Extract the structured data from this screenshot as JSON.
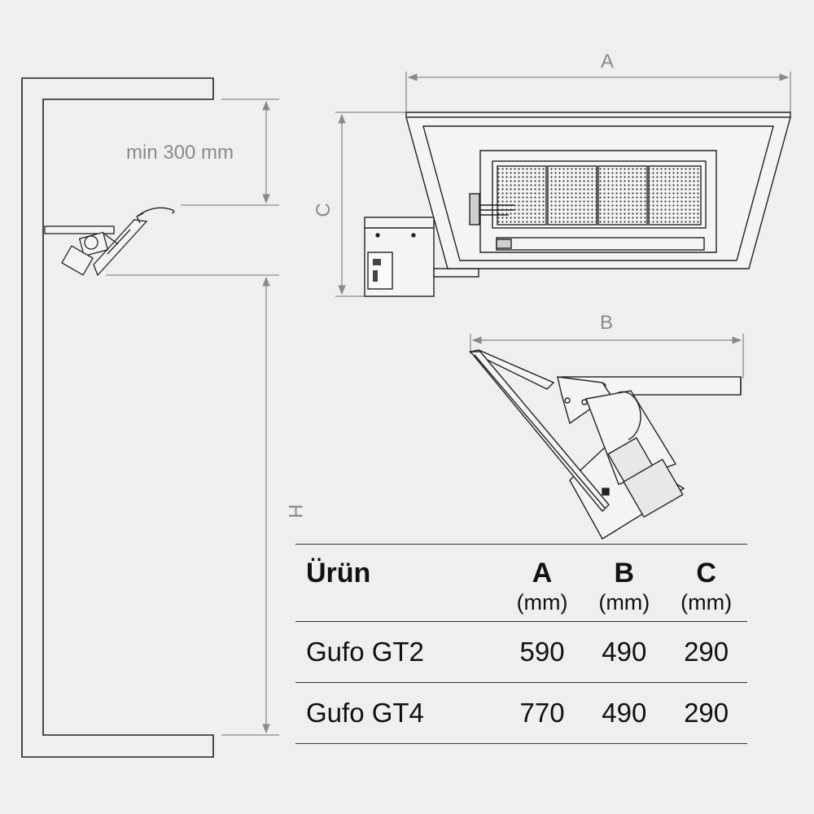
{
  "diagram": {
    "min_clearance_label": "min 300 mm",
    "height_label": "H",
    "dim_a_label": "A",
    "dim_b_label": "B",
    "dim_c_label": "C"
  },
  "table": {
    "headers": [
      {
        "label": "Ürün",
        "unit": ""
      },
      {
        "label": "A",
        "unit": "(mm)"
      },
      {
        "label": "B",
        "unit": "(mm)"
      },
      {
        "label": "C",
        "unit": "(mm)"
      }
    ],
    "rows": [
      {
        "product": "Gufo GT2",
        "a": "590",
        "b": "490",
        "c": "290"
      },
      {
        "product": "Gufo GT4",
        "a": "770",
        "b": "490",
        "c": "290"
      }
    ]
  }
}
